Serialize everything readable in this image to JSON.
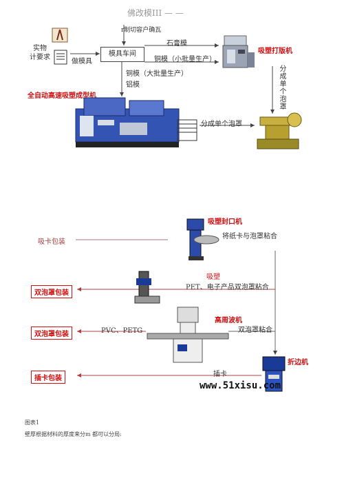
{
  "top_faint": "佛改模III — —",
  "top_sub": "r制切容户确瓦",
  "box_sample": "实物\n计要求",
  "box_mold_car": "模具车间",
  "lbl_make_mold": "做模具",
  "lbl_plaster": "石膏模",
  "lbl_copper_small": "铜模（小批量生产）",
  "lbl_copper_large": "铜模（大批量生产）",
  "lbl_aluminum": "铝模",
  "lbl_thermoform": "全自动高速吸塑成型机",
  "lbl_punch": "吸塑打版机",
  "lbl_split_side": "分成单个泡罩",
  "lbl_split": "分成单个泡罩",
  "lbl_sealer": "吸塑封口机",
  "lbl_card_pack": "吸卡包装",
  "lbl_card_bond": "将纸卡与泡罩粘合",
  "lbl_overlap_red": "吸塑",
  "lbl_pet": "PET、电子产品双泡罩粘合",
  "lbl_clam1": "双泡罩包装",
  "lbl_hf": "高周波机",
  "lbl_clam2": "双泡罩包装",
  "lbl_pvc": "PVC、PETG",
  "lbl_double_bond": "双泡罩粘合",
  "lbl_fold": "折边机",
  "lbl_insert": "插卡包装",
  "lbl_plug": "插卡",
  "lbl_url": "www.51xisu.com",
  "caption1": "图表1",
  "caption2": "壁厚根据材料的厚度来分m  都可以分局:",
  "colors": {
    "red": "#d01010",
    "machine_blue": "#2a4aa8"
  }
}
